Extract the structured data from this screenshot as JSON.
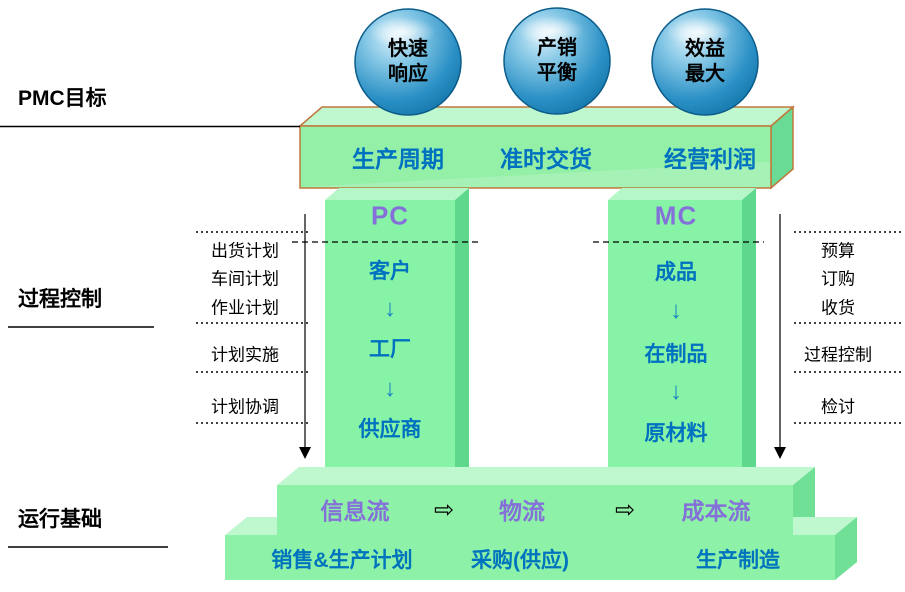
{
  "section_labels": {
    "goals": "PMC目标",
    "process": "过程控制",
    "foundation": "运行基础"
  },
  "spheres": [
    {
      "text": "快速\n响应"
    },
    {
      "text": "产销\n平衡"
    },
    {
      "text": "效益\n最大"
    }
  ],
  "goal_bar": {
    "items": [
      "生产周期",
      "准时交货",
      "经营利润"
    ]
  },
  "pillars": [
    {
      "title": "PC",
      "steps": [
        "客户",
        "工厂",
        "供应商"
      ]
    },
    {
      "title": "MC",
      "steps": [
        "成品",
        "在制品",
        "原材料"
      ]
    }
  ],
  "left_list": {
    "group1": [
      "出货计划",
      "车间计划",
      "作业计划"
    ],
    "group2": [
      "计划实施"
    ],
    "group3": [
      "计划协调"
    ]
  },
  "right_list": {
    "group1": [
      "预算",
      "订购",
      "收货"
    ],
    "group2": [
      "过程控制"
    ],
    "group3": [
      "检讨"
    ]
  },
  "flows": {
    "items": [
      "信息流",
      "物流",
      "成本流"
    ]
  },
  "base_row": [
    "销售&生产计划",
    "采购(供应)",
    "生产制造"
  ],
  "glyphs": {
    "down_arrow": "↓",
    "flow_arrow": "⇨"
  },
  "colors": {
    "green_face": "#8BF2A6",
    "green_top": "#BFF8CF",
    "green_side": "#68DC93",
    "bar_border": "#C0793C",
    "text_blue": "#0070C0",
    "text_purple": "#8470D8",
    "sphere_blue": "#1173A6"
  }
}
